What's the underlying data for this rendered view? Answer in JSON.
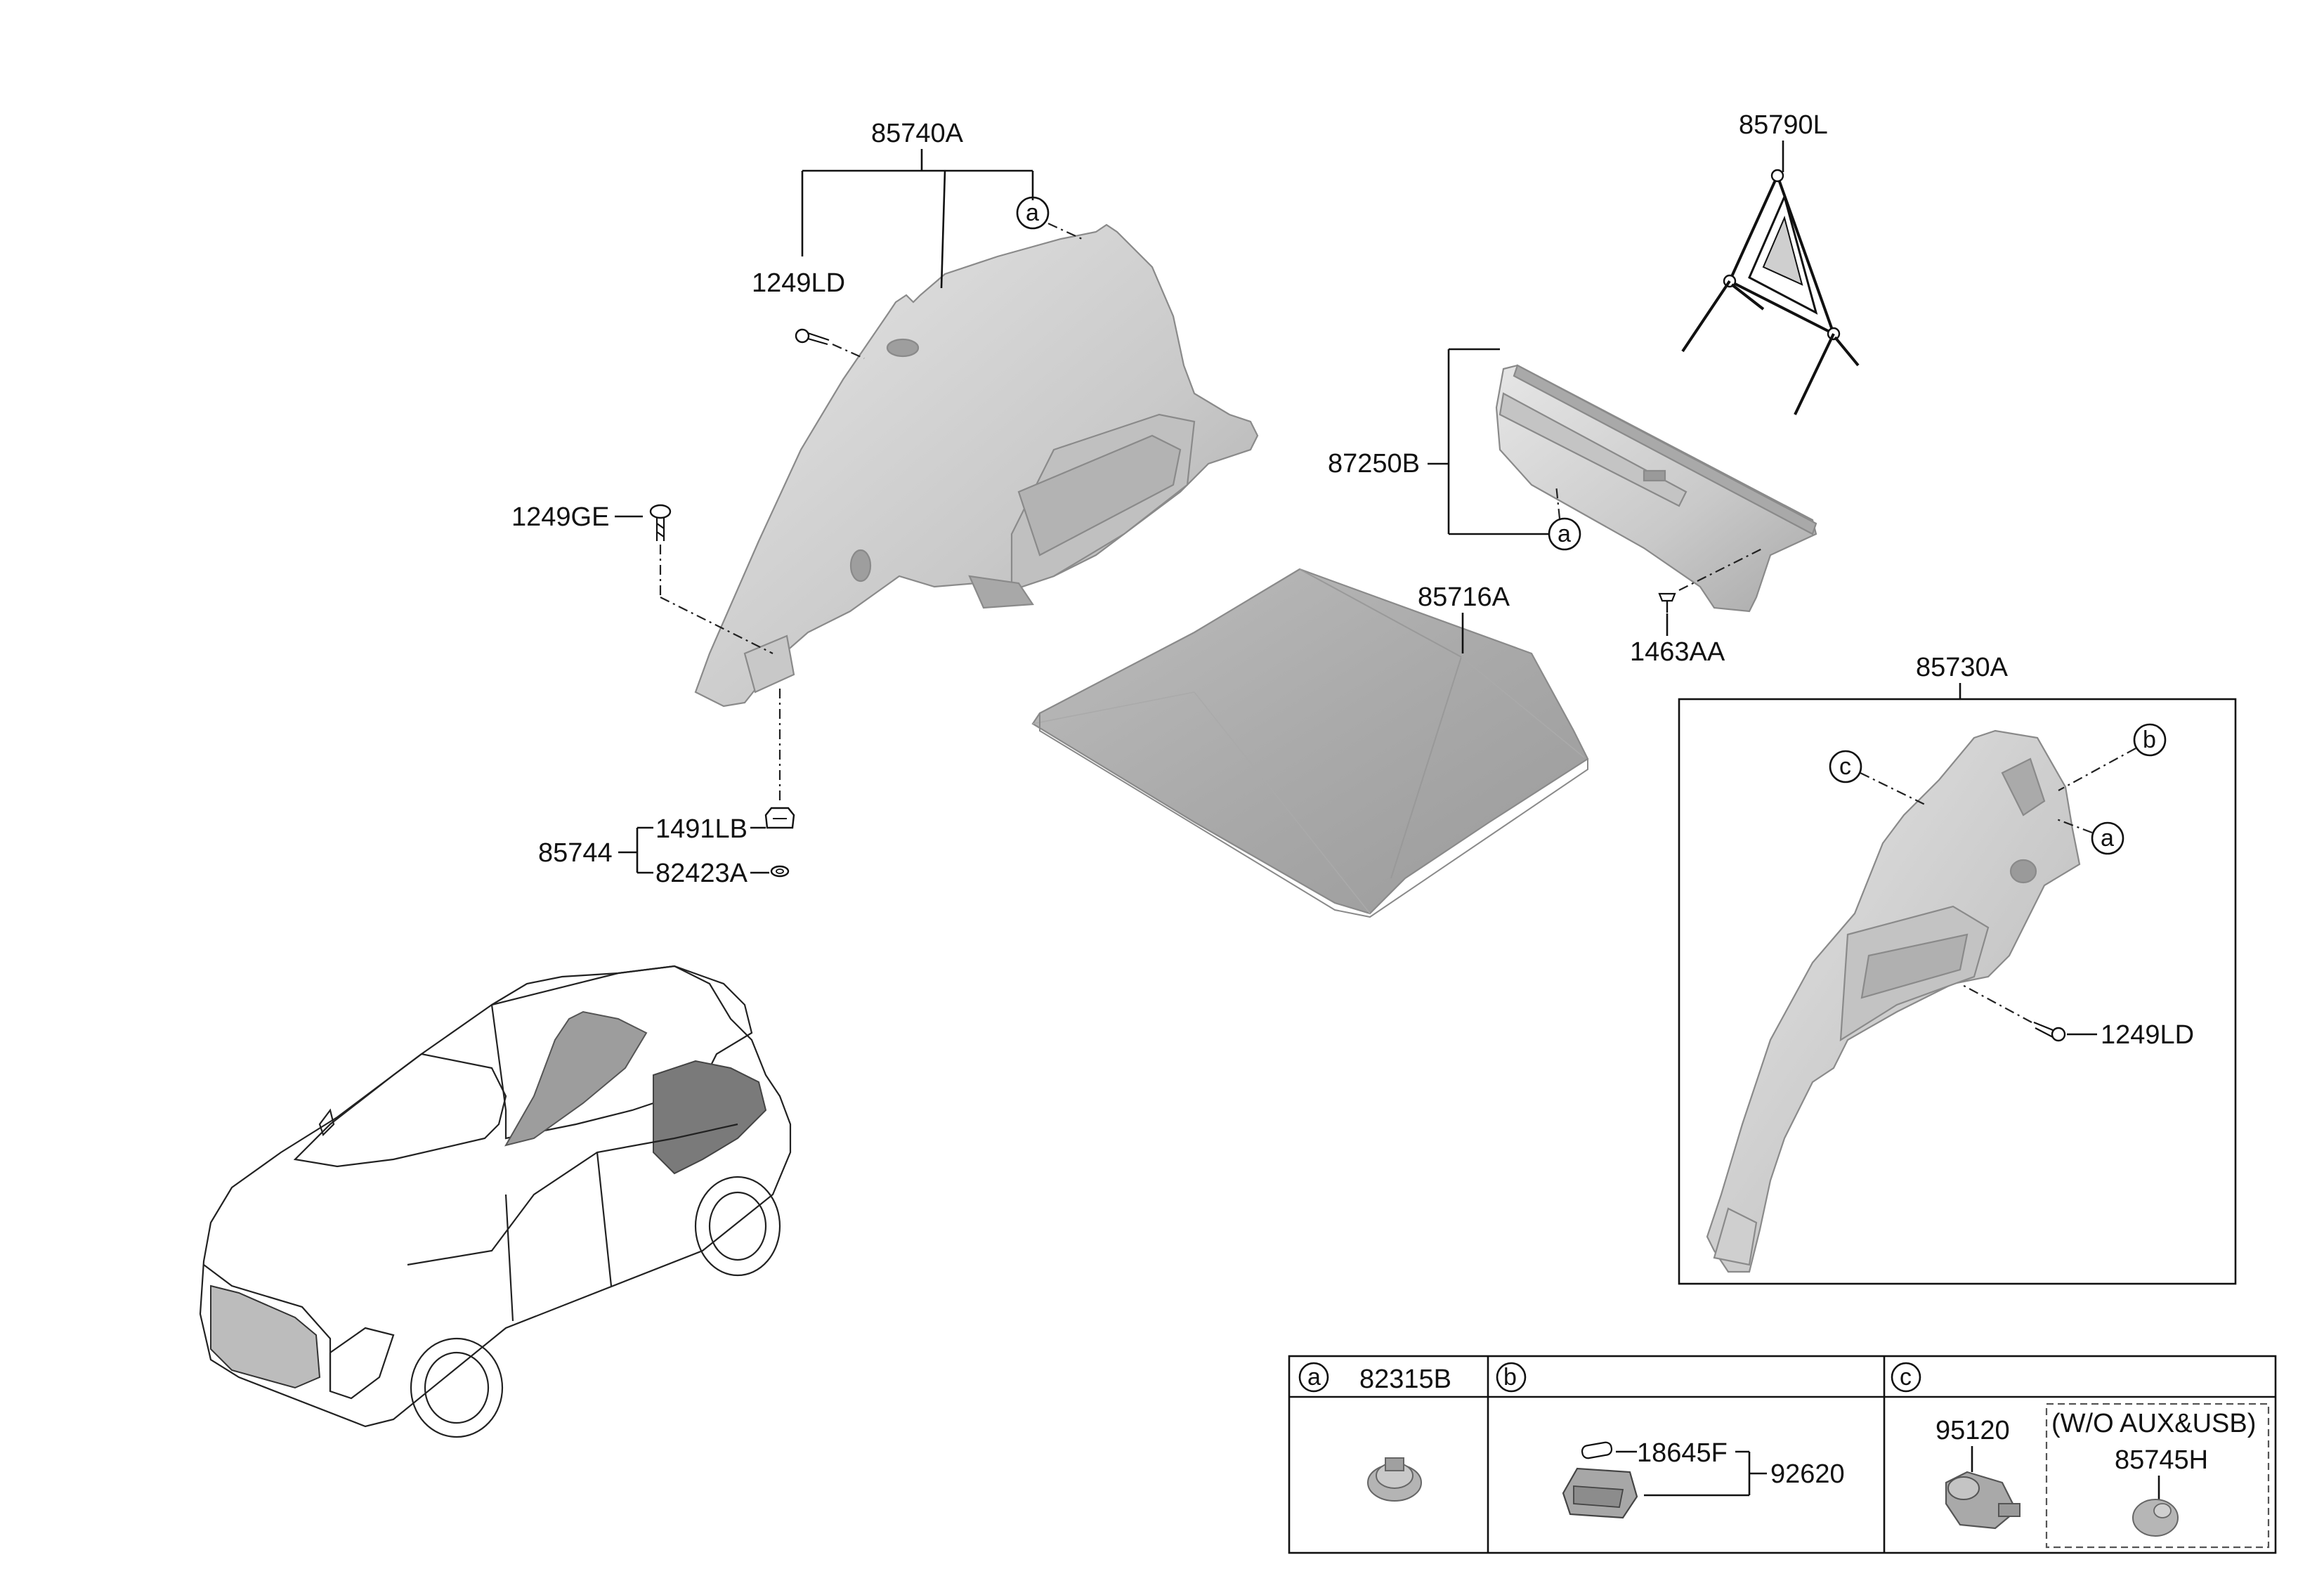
{
  "labels": {
    "p85740A": "85740A",
    "p1249LD_top": "1249LD",
    "p1249GE": "1249GE",
    "p85744": "85744",
    "p1491LB": "1491LB",
    "p82423A": "82423A",
    "p85790L": "85790L",
    "p87250B": "87250B",
    "p1463AA": "1463AA",
    "p85716A": "85716A",
    "p85730A": "85730A",
    "p1249LD_right": "1249LD"
  },
  "callouts": {
    "a": "a",
    "b": "b",
    "c": "c"
  },
  "table": {
    "col_a": {
      "marker": "a",
      "part": "82315B"
    },
    "col_b": {
      "marker": "b",
      "part_bulb": "18645F",
      "part_lamp": "92620"
    },
    "col_c": {
      "marker": "c",
      "part_socket": "95120",
      "note": "(W/O AUX&USB)",
      "part_cover": "85745H"
    }
  },
  "colors": {
    "line": "#111111",
    "part_fill": "#d6d6d6",
    "part_shade": "#bdbdbd",
    "part_dark": "#9e9e9e"
  }
}
